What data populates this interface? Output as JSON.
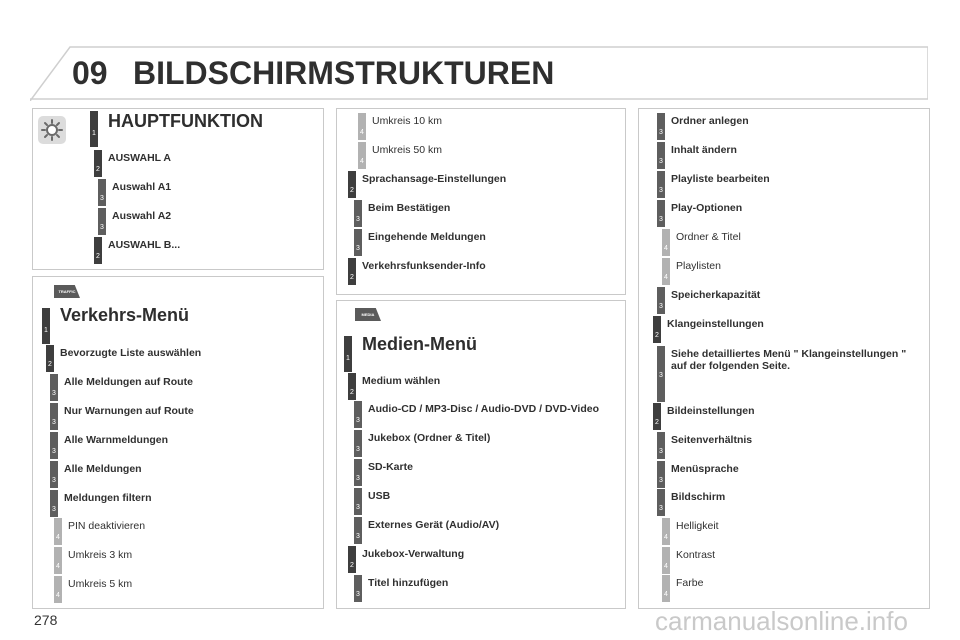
{
  "header": {
    "chapter_number": "09",
    "title": "BILDSCHIRMSTRUKTUREN"
  },
  "page_number": "278",
  "watermark": "carmanualsonline.info",
  "colors": {
    "level_1_2": "#3e3e3e",
    "level_3": "#5e5e5e",
    "level_4": "#b2b2b2",
    "border": "#c9c9c9"
  },
  "hauptfunktion": {
    "icon": "settings-icon",
    "items": [
      {
        "level": "1",
        "label": "HAUPTFUNKTION"
      },
      {
        "level": "2",
        "label": "AUSWAHL A"
      },
      {
        "level": "3",
        "label": "Auswahl A1"
      },
      {
        "level": "3",
        "label": "Auswahl A2"
      },
      {
        "level": "2",
        "label": "AUSWAHL B..."
      }
    ]
  },
  "verkehr": {
    "tag": "TRAFFIC",
    "items": [
      {
        "level": "1",
        "label": "Verkehrs-Menü"
      },
      {
        "level": "2",
        "label": "Bevorzugte Liste auswählen"
      },
      {
        "level": "3",
        "label": "Alle Meldungen auf Route"
      },
      {
        "level": "3",
        "label": "Nur Warnungen auf Route"
      },
      {
        "level": "3",
        "label": "Alle Warnmeldungen"
      },
      {
        "level": "3",
        "label": "Alle Meldungen"
      },
      {
        "level": "3",
        "label": "Meldungen filtern"
      },
      {
        "level": "4",
        "label": "PIN deaktivieren"
      },
      {
        "level": "4",
        "label": "Umkreis 3 km"
      },
      {
        "level": "4",
        "label": "Umkreis 5 km"
      }
    ]
  },
  "verkehr_cont": {
    "items": [
      {
        "level": "4",
        "label": "Umkreis 10 km"
      },
      {
        "level": "4",
        "label": "Umkreis 50 km"
      },
      {
        "level": "2",
        "label": "Sprachansage-Einstellungen"
      },
      {
        "level": "3",
        "label": "Beim Bestätigen"
      },
      {
        "level": "3",
        "label": "Eingehende Meldungen"
      },
      {
        "level": "2",
        "label": "Verkehrsfunksender-Info"
      }
    ]
  },
  "medien": {
    "tag": "MEDIA",
    "items": [
      {
        "level": "1",
        "label": "Medien-Menü"
      },
      {
        "level": "2",
        "label": "Medium wählen"
      },
      {
        "level": "3",
        "label": "Audio-CD / MP3-Disc / Audio-DVD / DVD-Video"
      },
      {
        "level": "3",
        "label": "Jukebox (Ordner & Titel)"
      },
      {
        "level": "3",
        "label": "SD-Karte"
      },
      {
        "level": "3",
        "label": "USB"
      },
      {
        "level": "3",
        "label": "Externes Gerät (Audio/AV)"
      },
      {
        "level": "2",
        "label": "Jukebox-Verwaltung"
      },
      {
        "level": "3",
        "label": "Titel hinzufügen"
      }
    ]
  },
  "medien_cont": {
    "items": [
      {
        "level": "3",
        "label": "Ordner anlegen"
      },
      {
        "level": "3",
        "label": "Inhalt ändern"
      },
      {
        "level": "3",
        "label": "Playliste bearbeiten"
      },
      {
        "level": "3",
        "label": "Play-Optionen"
      },
      {
        "level": "4",
        "label": "Ordner & Titel"
      },
      {
        "level": "4",
        "label": "Playlisten"
      },
      {
        "level": "3",
        "label": "Speicherkapazität"
      },
      {
        "level": "2",
        "label": "Klangeinstellungen"
      },
      {
        "level": "3",
        "label": "Siehe detailliertes Menü \" Klangeinstellungen \"\nauf der folgenden Seite."
      },
      {
        "level": "2",
        "label": "Bildeinstellungen"
      },
      {
        "level": "3",
        "label": "Seitenverhältnis"
      },
      {
        "level": "3",
        "label": "Menüsprache"
      },
      {
        "level": "3",
        "label": "Bildschirm"
      },
      {
        "level": "4",
        "label": "Helligkeit"
      },
      {
        "level": "4",
        "label": "Kontrast"
      },
      {
        "level": "4",
        "label": "Farbe"
      }
    ]
  }
}
